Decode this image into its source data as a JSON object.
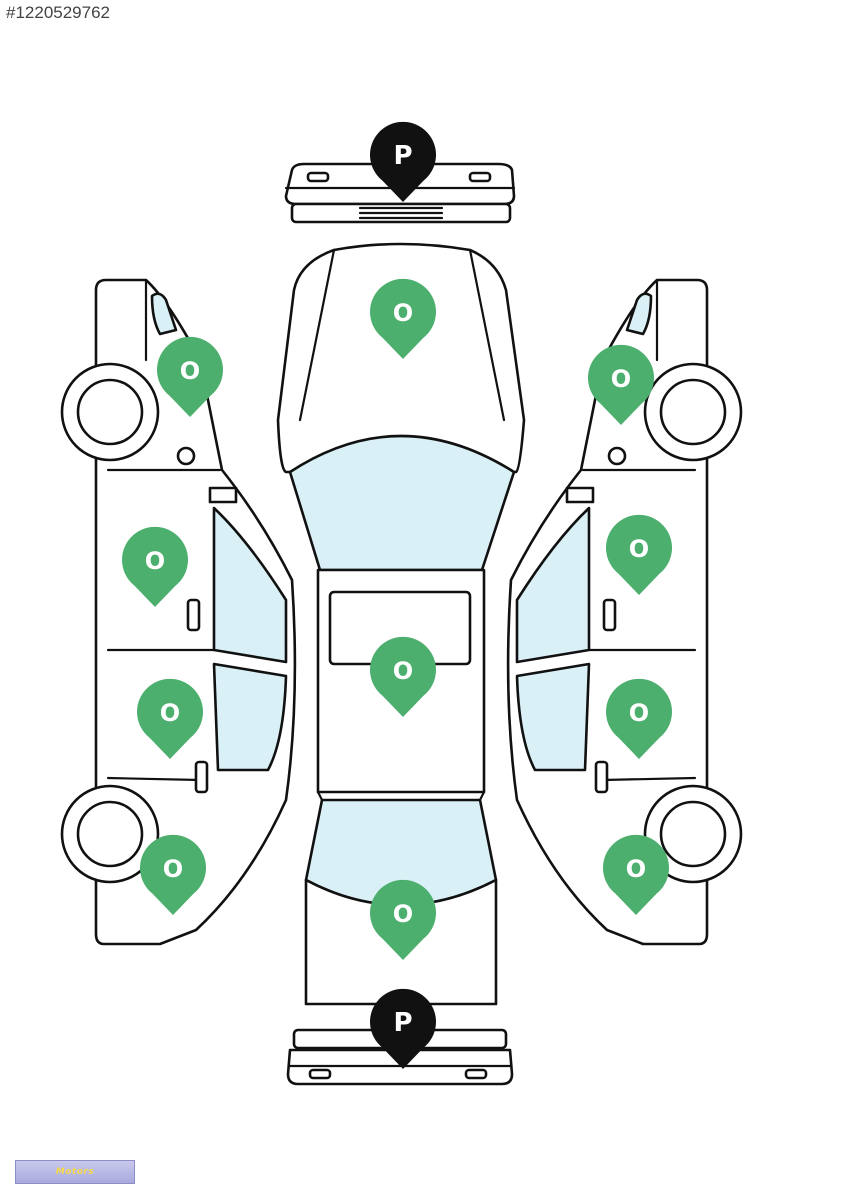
{
  "listing_id": "#1220529762",
  "dealer_logo_text": "Motors",
  "colors": {
    "original_part_marker": "#4caf6e",
    "painted_part_marker": "#111111",
    "glass": "#d9f0f6",
    "outline": "#111111"
  },
  "markers": {
    "painted_symbol": "P",
    "original_symbol": "O",
    "front_bumper": "painted",
    "rear_bumper": "painted",
    "hood": "original",
    "roof": "original",
    "trunk": "original",
    "left_front_fender": "original",
    "left_front_door": "original",
    "left_rear_door": "original",
    "left_rear_fender": "original",
    "right_front_fender": "original",
    "right_front_door": "original",
    "right_rear_door": "original",
    "right_rear_fender": "original"
  }
}
